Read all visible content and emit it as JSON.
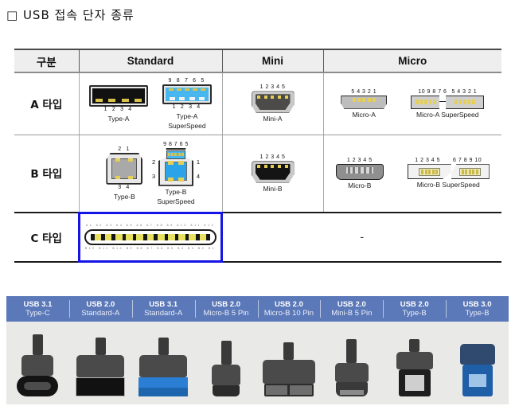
{
  "title": "□ USB 접속 단자 종류",
  "table": {
    "headers": [
      "구분",
      "Standard",
      "Mini",
      "Micro"
    ],
    "rows": [
      {
        "label": "A 타입",
        "label_latin": "A",
        "label_ko": " 타입",
        "standard": [
          {
            "name": "Type-A",
            "caption": "Type-A",
            "pins_bottom": "1  2  3  4",
            "pins_top": ""
          },
          {
            "name": "Type-A SuperSpeed",
            "caption_line1": "Type-A",
            "caption_line2": "SuperSpeed",
            "pins_top": "9 8 7 6 5",
            "pins_bottom": "1  2  3  4"
          }
        ],
        "mini": [
          {
            "name": "Mini-A",
            "caption": "Mini-A",
            "pins_top": "1 2 3 4 5"
          }
        ],
        "micro": [
          {
            "name": "Micro-A",
            "caption": "Micro-A",
            "pins_top": "5 4 3 2 1"
          },
          {
            "name": "Micro-A SuperSpeed",
            "caption": "Micro-A SuperSpeed",
            "pins_top_left": "10 9 8 7 6",
            "pins_top_right": "5 4 3 2 1"
          }
        ]
      },
      {
        "label": "B 타입",
        "label_latin": "B",
        "label_ko": " 타입",
        "standard": [
          {
            "name": "Type-B",
            "caption": "Type-B",
            "pins_top": "2    1",
            "pins_bottom": "3    4"
          },
          {
            "name": "Type-B SuperSpeed",
            "caption_line1": "Type-B",
            "caption_line2": "SuperSpeed",
            "pins_top": "9 8 7 6 5",
            "pin_left_top": "2",
            "pin_right_top": "1",
            "pin_left_bottom": "3",
            "pin_right_bottom": "4"
          }
        ],
        "mini": [
          {
            "name": "Mini-B",
            "caption": "Mini-B",
            "pins_top": "1 2 3 4 5"
          }
        ],
        "micro": [
          {
            "name": "Micro-B",
            "caption": "Micro-B",
            "pins_top": "1 2 3 4 5"
          },
          {
            "name": "Micro-B SuperSpeed",
            "caption": "Micro-B SuperSpeed",
            "pins_top_left": "1 2 3 4 5",
            "pins_top_right": "6 7 8 9 10"
          }
        ]
      },
      {
        "label": "C 타입",
        "label_latin": "C",
        "label_ko": " 타입",
        "standard": [
          {
            "name": "Type-C",
            "caption": "",
            "highlighted": true
          }
        ],
        "merged_note": "-"
      }
    ]
  },
  "photo_strip": {
    "accent_color": "#5b78b8",
    "items": [
      {
        "version": "USB 3.1",
        "type": "Type-C"
      },
      {
        "version": "USB 2.0",
        "type": "Standard-A"
      },
      {
        "version": "USB 3.1",
        "type": "Standard-A"
      },
      {
        "version": "USB 2.0",
        "type": "Micro-B 5 Pin"
      },
      {
        "version": "USB 2.0",
        "type": "Micro-B 10 Pin"
      },
      {
        "version": "USB 2.0",
        "type": "Mini-B 5 Pin"
      },
      {
        "version": "USB 2.0",
        "type": "Type-B"
      },
      {
        "version": "USB 3.0",
        "type": "Type-B"
      }
    ]
  },
  "colors": {
    "highlight_box": "#1414e6",
    "superspeed_blue": "#49b7ef",
    "pin_gold": "#e5cf55",
    "header_bg": "#eeeeee",
    "strip_blue": "#5b78b8"
  }
}
